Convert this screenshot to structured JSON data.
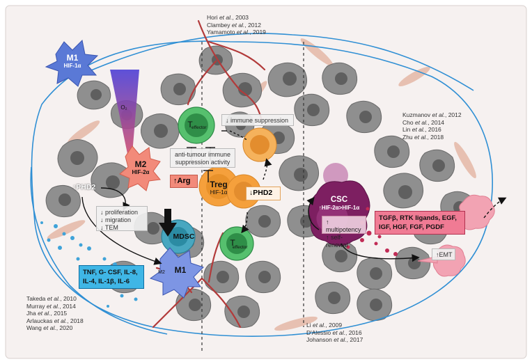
{
  "cells": {
    "m1_top": {
      "name": "M1",
      "sub": "HIF-1α"
    },
    "m2": {
      "name": "M2",
      "sub": "HIF-2α"
    },
    "o2": "O₂",
    "t_eff_top": {
      "main": "T",
      "sub": "effector"
    },
    "t_eff_bottom": {
      "main": "T",
      "sub": "effector"
    },
    "treg": {
      "name": "Treg",
      "sub": "HIF-1α"
    },
    "mdsc": "MDSC",
    "m1_bottom": {
      "name": "M1",
      "small": "M2"
    },
    "csc": {
      "name": "CSC",
      "sub": "↑HIF-2α>HIF-1α"
    }
  },
  "labels": {
    "arg": "↑Arg",
    "phd2_left": "↑PHD2",
    "phd2_mid": "↓PHD2",
    "immune_suppression": "↓ immune suppression",
    "anti_tumour": [
      "anti-tumour immune",
      "suppression activity"
    ],
    "prolif": [
      "↓ proliferation",
      "↓ migration",
      "↓ TEM"
    ],
    "multipotency": [
      "↑ multipotency",
      "↑ self-renewal"
    ],
    "emt": "↑EMT",
    "cytokines": [
      "TNF, G- CSF, IL-8,",
      "IL-4, IL-1β, IL-6"
    ],
    "growth_factors": [
      "TGFβ, RTK ligands, EGF,",
      "IGF, HGF, FGF, PGDF"
    ]
  },
  "refs": {
    "top_center": [
      {
        "a": "Hori ",
        "etal": "et al.",
        "y": ", 2003"
      },
      {
        "a": "Clambey ",
        "etal": "et al.",
        "y": ", 2012"
      },
      {
        "a": "Yamamoto ",
        "etal": "et al.",
        "y": ", 2019"
      }
    ],
    "right": [
      {
        "a": "Kuzmanov ",
        "etal": "et al.",
        "y": ", 2012"
      },
      {
        "a": "Cho ",
        "etal": "et al.",
        "y": ", 2014"
      },
      {
        "a": "Lin ",
        "etal": "et al.",
        "y": ", 2016"
      },
      {
        "a": "Zhu ",
        "etal": "et al.",
        "y": ", 2018"
      }
    ],
    "bottom_left": [
      {
        "a": "Takeda ",
        "etal": "et al.",
        "y": ", 2010"
      },
      {
        "a": "Murray ",
        "etal": "et al.",
        "y": ", 2014"
      },
      {
        "a": "Jha ",
        "etal": "et al.",
        "y": ", 2015"
      },
      {
        "a": "Arlauckas ",
        "etal": "et al.",
        "y": ", 2018"
      },
      {
        "a": "Wang ",
        "etal": "et al.",
        "y": ", 2020"
      }
    ],
    "bottom_center": [
      {
        "a": "Li ",
        "etal": "et al.",
        "y": ", 2009"
      },
      {
        "a": "D'Alessio ",
        "etal": "et al.",
        "y": ", 2016"
      },
      {
        "a": "Johanson ",
        "etal": "et al.",
        "y": ", 2017"
      }
    ]
  },
  "colors": {
    "m1": "#5a79d6",
    "m2": "#f28a7a",
    "t_effector": "#3fa35a",
    "treg": "#f5a03c",
    "mdsc": "#48a7c0",
    "csc": "#7d1f61",
    "vessel": "#b23a3a",
    "cytokine_box": "#3fb6e6",
    "growth_box": "#f07b94"
  }
}
